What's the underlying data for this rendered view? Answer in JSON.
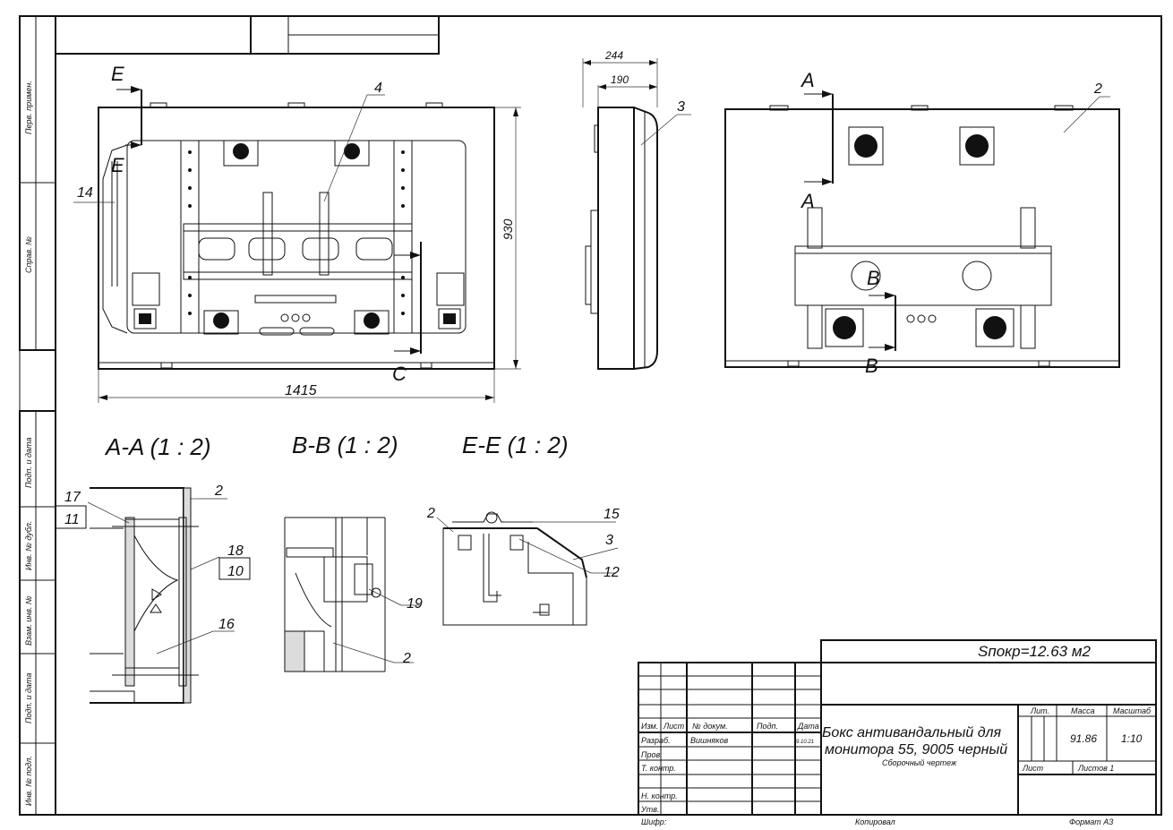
{
  "side_stamp": {
    "perv_primen": "Перв. примен.",
    "sprav_no": "Справ. №",
    "podp_data_1": "Подп. и дата",
    "inv_dubl": "Инв. № дубл.",
    "vzam_inv": "Взам. инв. №",
    "podp_data_2": "Подп. и дата",
    "inv_podl": "Инв. № подл."
  },
  "front_view": {
    "dim_width": "1415",
    "dim_height": "930",
    "section_E_top": "E",
    "section_E_bottom": "E",
    "section_C": "C",
    "leader_4": "4",
    "leader_14": "14"
  },
  "side_view": {
    "dim_244": "244",
    "dim_190": "190",
    "leader_3": "3"
  },
  "back_view": {
    "leader_2": "2",
    "section_A_top": "A",
    "section_A_bottom": "A",
    "section_B_top": "B",
    "section_B_bottom": "B"
  },
  "section_aa": {
    "title": "A-A (1 : 2)",
    "l17": "17",
    "l11": "11",
    "l2": "2",
    "l18": "18",
    "l10": "10",
    "l16": "16"
  },
  "section_bb": {
    "title": "B-B (1 : 2)",
    "l19": "19",
    "l2": "2"
  },
  "section_ee": {
    "title": "E-E (1 : 2)",
    "l2": "2",
    "l15": "15",
    "l3": "3",
    "l12": "12"
  },
  "title_block": {
    "coating_area": "Sпокр=12.63 м2",
    "h_izm": "Изм.",
    "h_list": "Лист",
    "h_doc": "№ докум.",
    "h_podp": "Подп.",
    "h_data": "Дата",
    "razrab": "Разраб.",
    "razrab_name": "Вишняков",
    "razrab_date": "9.10.21",
    "prov": "Пров.",
    "t_kontr": "Т. контр.",
    "n_kontr": "Н. контр.",
    "utv": "Утв.",
    "name_line1": "Бокс антивандальный для",
    "name_line2": "монитора 55, 9005 черный",
    "doc_type": "Сборочный чертеж",
    "h_lit": "Лит.",
    "h_massa": "Масса",
    "h_masshtab": "Масштаб",
    "massa": "91.86",
    "masshtab": "1:10",
    "list": "Лист",
    "listov": "Листов 1",
    "shifr": "Шифр:",
    "kopiroval": "Копировал",
    "format": "Формат А3"
  }
}
